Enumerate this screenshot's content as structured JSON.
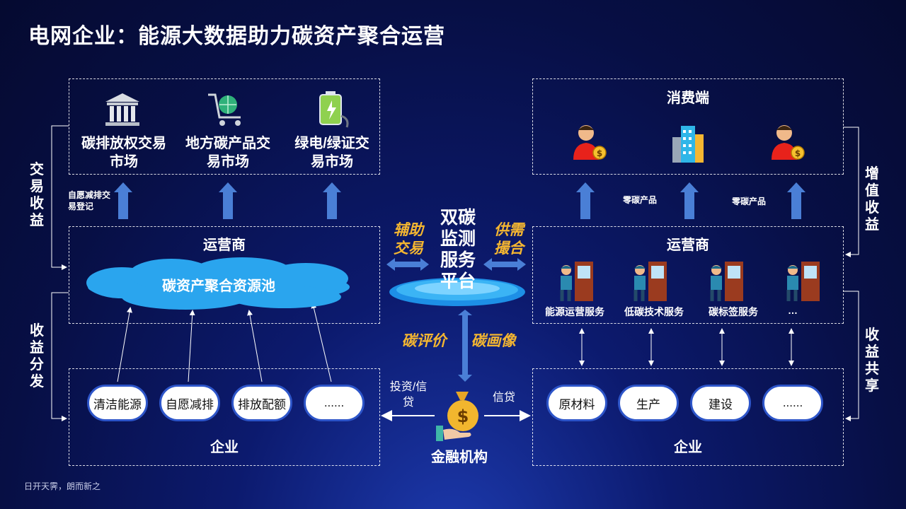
{
  "title": "电网企业：能源大数据助力碳资产聚合运营",
  "footer": "日开天霁，朗而新之",
  "left": {
    "markets": [
      {
        "label": "碳排放权交易市场",
        "icon": "bank-icon"
      },
      {
        "label": "地方碳产品交易市场",
        "icon": "shopping-cart-globe-icon"
      },
      {
        "label": "绿电/绿证交易市场",
        "icon": "green-battery-plug-icon"
      }
    ],
    "arrow_note": "自愿减排交易登记",
    "operator_title": "运营商",
    "pool_label": "碳资产聚合资源池",
    "enterprise_title": "企业",
    "items": [
      "清洁能源",
      "自愿减排",
      "排放配额",
      "......"
    ],
    "side_top": "交易收益",
    "side_bottom": "收益分发"
  },
  "center": {
    "platform": "双碳监测服务平台",
    "left_link": "辅助交易",
    "right_link": "供需撮合",
    "down_left": "碳评价",
    "down_right": "碳画像",
    "finance_left": "投资/信贷",
    "finance_right": "信贷",
    "finance_label": "金融机构",
    "finance_icon": "money-bag-hand-icon"
  },
  "right": {
    "consumer_title": "消费端",
    "consumer_icons": [
      "person-coin-icon",
      "building-icon",
      "person-coin-icon"
    ],
    "arrow_notes": [
      "零碳产品",
      "零碳产品"
    ],
    "operator_title": "运营商",
    "services": [
      "能源运营服务",
      "低碳技术服务",
      "碳标签服务",
      "…"
    ],
    "enterprise_title": "企业",
    "items": [
      "原材料",
      "生产",
      "建设",
      "......"
    ],
    "side_top": "增值收益",
    "side_bottom": "收益共享"
  },
  "colors": {
    "accent_blue": "#4a7fd6",
    "gold": "#f4b631",
    "cloud": "#2aa5ee",
    "background": "#0a1550"
  }
}
